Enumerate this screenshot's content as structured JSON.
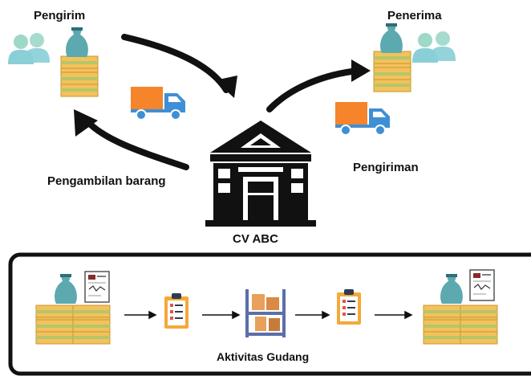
{
  "labels": {
    "sender": "Pengirim",
    "receiver": "Penerima",
    "pickup": "Pengambilan barang",
    "shipping": "Pengiriman",
    "company": "CV ABC",
    "warehouse": "Aktivitas Gudang"
  },
  "colors": {
    "ink": "#111111",
    "truck_cargo": "#F5842A",
    "truck_cab": "#3E8FD6",
    "people": "#9ED8C9",
    "people_body": "#8ACFD6",
    "crate": "#F3C25C",
    "crate_stripe": "#B7C56A",
    "clipboard": "#F4A93A",
    "sack": "#5DA9B0",
    "shelf": "#5B6FA8"
  },
  "icons": [
    "people-icon",
    "crate-stack-icon",
    "delivery-truck-icon",
    "bank-building-icon",
    "clipboard-checklist-icon",
    "warehouse-shelf-icon",
    "invoice-document-icon"
  ]
}
